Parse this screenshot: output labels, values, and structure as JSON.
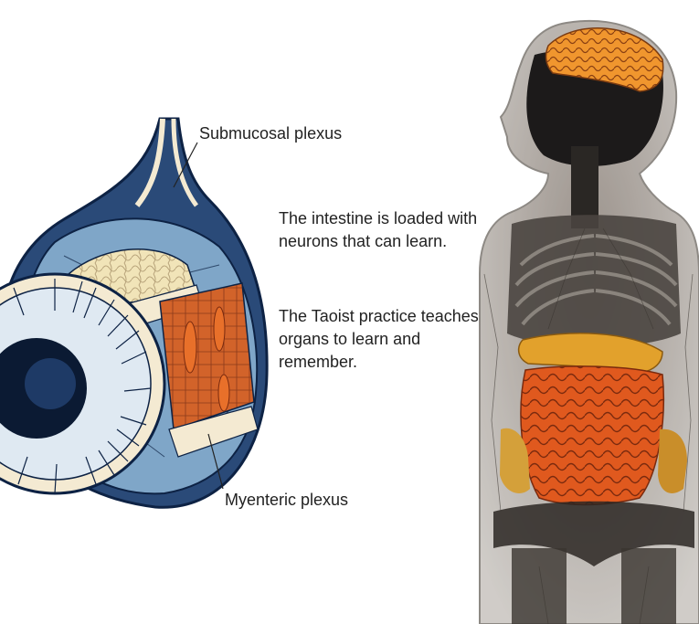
{
  "labels": {
    "submucosal": "Submucosal plexus",
    "myenteric": "Myenteric plexus"
  },
  "text": {
    "paragraph1": "The intestine is loaded with neurons that can learn.",
    "paragraph2": "The Taoist practice teaches organs to learn and remember."
  },
  "colors": {
    "ink": "#0d2244",
    "tissue_blue": "#7fa6c8",
    "muscle": "#d2632a",
    "cream": "#f4ead2",
    "brain": "#e8862a",
    "intestine": "#e0591e",
    "stomach": "#e2a12c",
    "body_shadow": "#3a3530"
  }
}
